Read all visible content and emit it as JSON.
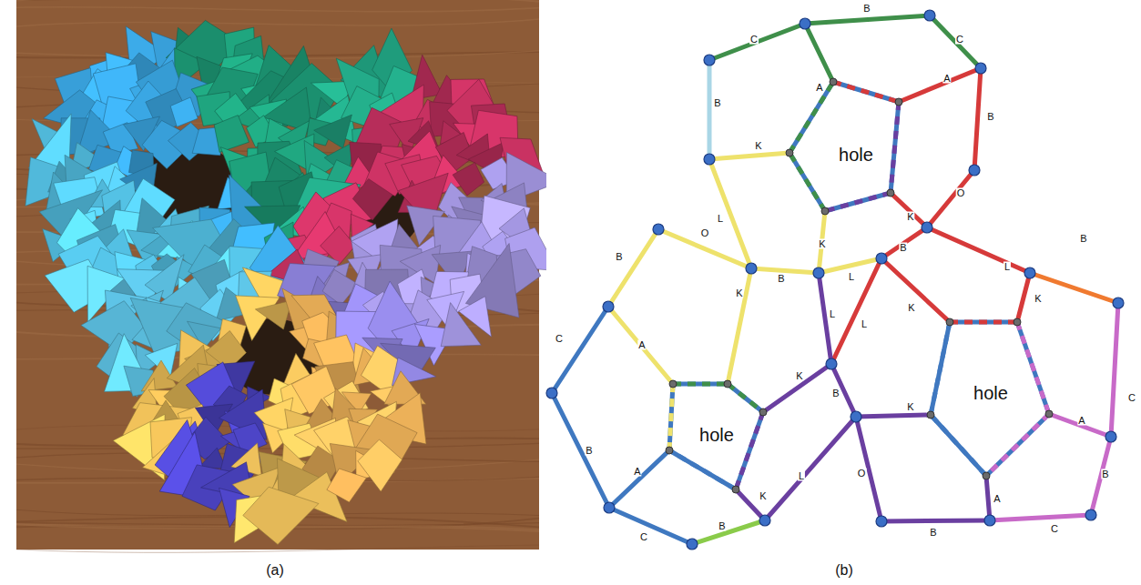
{
  "diagram": {
    "labels": [
      "B",
      "C",
      "C",
      "A",
      "A",
      "B",
      "B",
      "K",
      "O",
      "L",
      "K",
      "B",
      "O",
      "B",
      "K",
      "L",
      "B",
      "B",
      "L",
      "K",
      "K",
      "K",
      "L",
      "L",
      "C",
      "A",
      "K",
      "C",
      "B",
      "K",
      "A",
      "B",
      "A",
      "K",
      "B",
      "L",
      "O",
      "A",
      "B",
      "C",
      "B",
      "C",
      "hole",
      "hole",
      "hole",
      "(a)",
      "(b)"
    ]
  }
}
